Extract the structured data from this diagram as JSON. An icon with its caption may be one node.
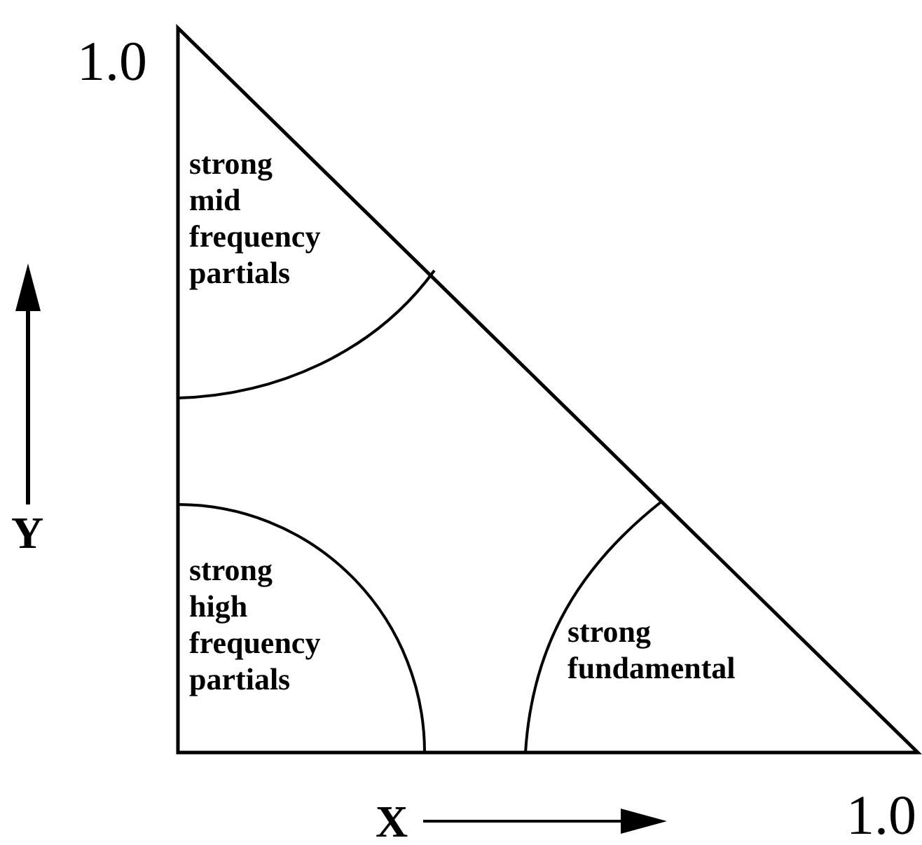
{
  "diagram": {
    "nodes": [
      {
        "text": [],
        "shape": "triangle"
      },
      {
        "text": [
          "strong mid frequency partials"
        ],
        "in": 0
      },
      {
        "text": [
          "strong high frequency partials"
        ],
        "in": 0
      },
      {
        "text": [
          "strong fundamental"
        ],
        "in": 0
      }
    ],
    "labels": [
      "1.0",
      "Y",
      "X",
      "1.0"
    ]
  }
}
